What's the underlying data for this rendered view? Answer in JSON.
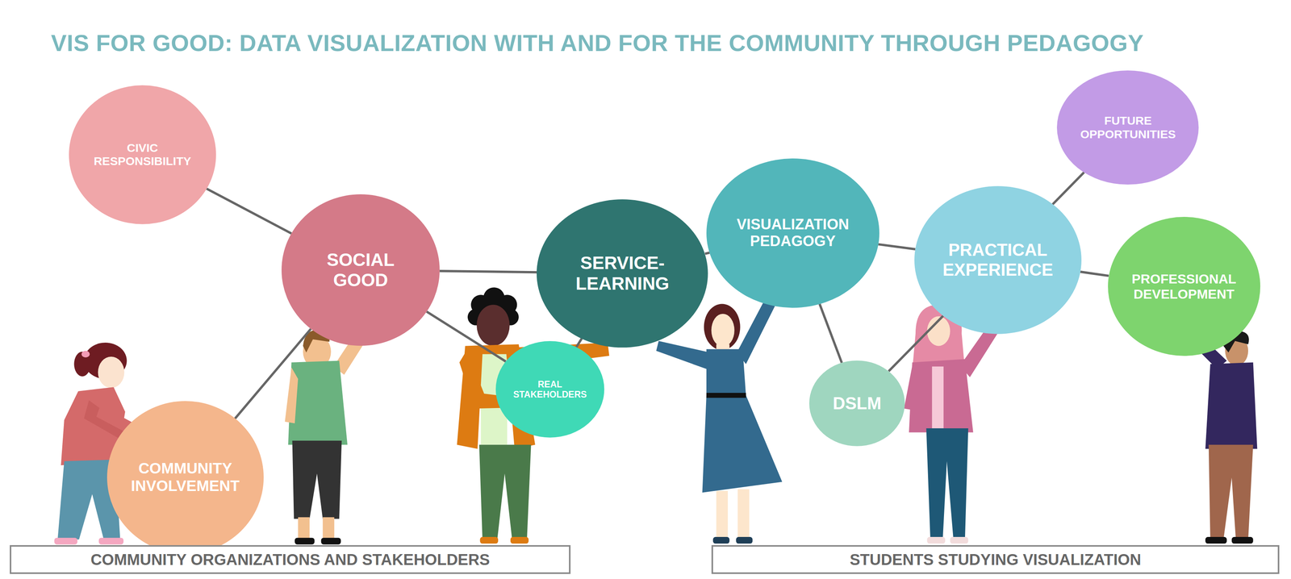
{
  "diagram": {
    "title": "VIS FOR GOOD: DATA VISUALIZATION WITH AND FOR THE COMMUNITY THROUGH PEDAGOGY",
    "nodes": [
      {
        "text": [
          "CIVIC RESPONSIBILITY"
        ]
      },
      {
        "text": [
          "SOCIAL GOOD"
        ]
      },
      {
        "text": [
          "COMMUNITY INVOLVEMENT"
        ]
      },
      {
        "text": [
          "REAL STAKEHOLDERS"
        ]
      },
      {
        "text": [
          "SERVICE-LEARNING"
        ]
      },
      {
        "text": [
          "VISUALIZATION PEDAGOGY"
        ]
      },
      {
        "text": [
          "DSLM"
        ]
      },
      {
        "text": [
          "PRACTICAL EXPERIENCE"
        ]
      },
      {
        "text": [
          "FUTURE OPPORTUNITIES"
        ]
      },
      {
        "text": [
          "PROFESSIONAL DEVELOPMENT"
        ]
      },
      {
        "text": [
          "COMMUNITY ORGANIZATIONS AND STAKEHOLDERS"
        ]
      },
      {
        "text": [
          "STUDENTS STUDYING VISUALIZATION"
        ]
      }
    ],
    "edges": [
      {
        "from": 0,
        "to": 1,
        "arrow": "none"
      },
      {
        "from": 1,
        "to": 2,
        "arrow": "none"
      },
      {
        "from": 1,
        "to": 4,
        "arrow": "none"
      },
      {
        "from": 1,
        "to": 3,
        "arrow": "none"
      },
      {
        "from": 3,
        "to": 4,
        "arrow": "none"
      },
      {
        "from": 4,
        "to": 5,
        "arrow": "none"
      },
      {
        "from": 5,
        "to": 7,
        "arrow": "none"
      },
      {
        "from": 5,
        "to": 6,
        "arrow": "none"
      },
      {
        "from": 6,
        "to": 7,
        "arrow": "none"
      },
      {
        "from": 7,
        "to": 8,
        "arrow": "none"
      },
      {
        "from": 7,
        "to": 9,
        "arrow": "none"
      }
    ]
  }
}
